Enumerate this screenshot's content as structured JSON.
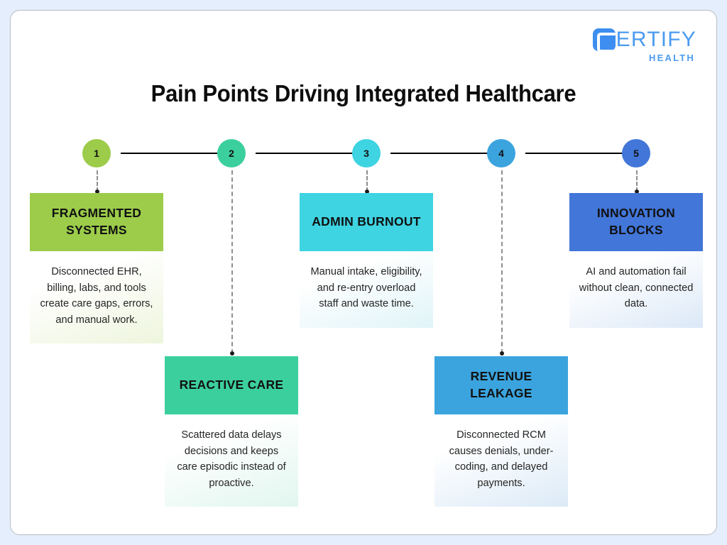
{
  "page": {
    "background_color": "#e4eefc",
    "canvas_color": "#ffffff",
    "title": "Pain Points Driving Integrated Healthcare"
  },
  "logo": {
    "mark": "certify-c-mark-icon",
    "word": "ERTIFY",
    "sub": "HEALTH",
    "color": "#4a9bf0"
  },
  "steps": [
    {
      "number": "1",
      "node_color": "#9ccc4a",
      "header_color": "#9ccc4a",
      "body_gradient_to": "#eef5dd",
      "heading": "FRAGMENTED SYSTEMS",
      "body": "Disconnected EHR, billing, labs, and tools create care gaps, errors, and manual work.",
      "row": "top"
    },
    {
      "number": "2",
      "node_color": "#3ccf9e",
      "header_color": "#3ccf9e",
      "body_gradient_to": "#e1f6ee",
      "heading": "REACTIVE CARE",
      "body": "Scattered data delays decisions and keeps care episodic instead of proactive.",
      "row": "bottom"
    },
    {
      "number": "3",
      "node_color": "#3ed4e2",
      "header_color": "#3ed4e2",
      "body_gradient_to": "#e0f4f8",
      "heading": "ADMIN BURNOUT",
      "body": "Manual intake, eligibility, and re-entry overload staff and waste time.",
      "row": "top"
    },
    {
      "number": "4",
      "node_color": "#3ba4de",
      "header_color": "#3ba4de",
      "body_gradient_to": "#dceaf7",
      "heading": "REVENUE LEAKAGE",
      "body": "Disconnected RCM causes denials, under-coding, and delayed payments.",
      "row": "bottom"
    },
    {
      "number": "5",
      "node_color": "#4276d8",
      "header_color": "#4276d8",
      "body_gradient_to": "#dbe8f7",
      "heading": "INNOVATION BLOCKS",
      "body": "AI and automation fail without clean, connected data.",
      "row": "top"
    }
  ]
}
